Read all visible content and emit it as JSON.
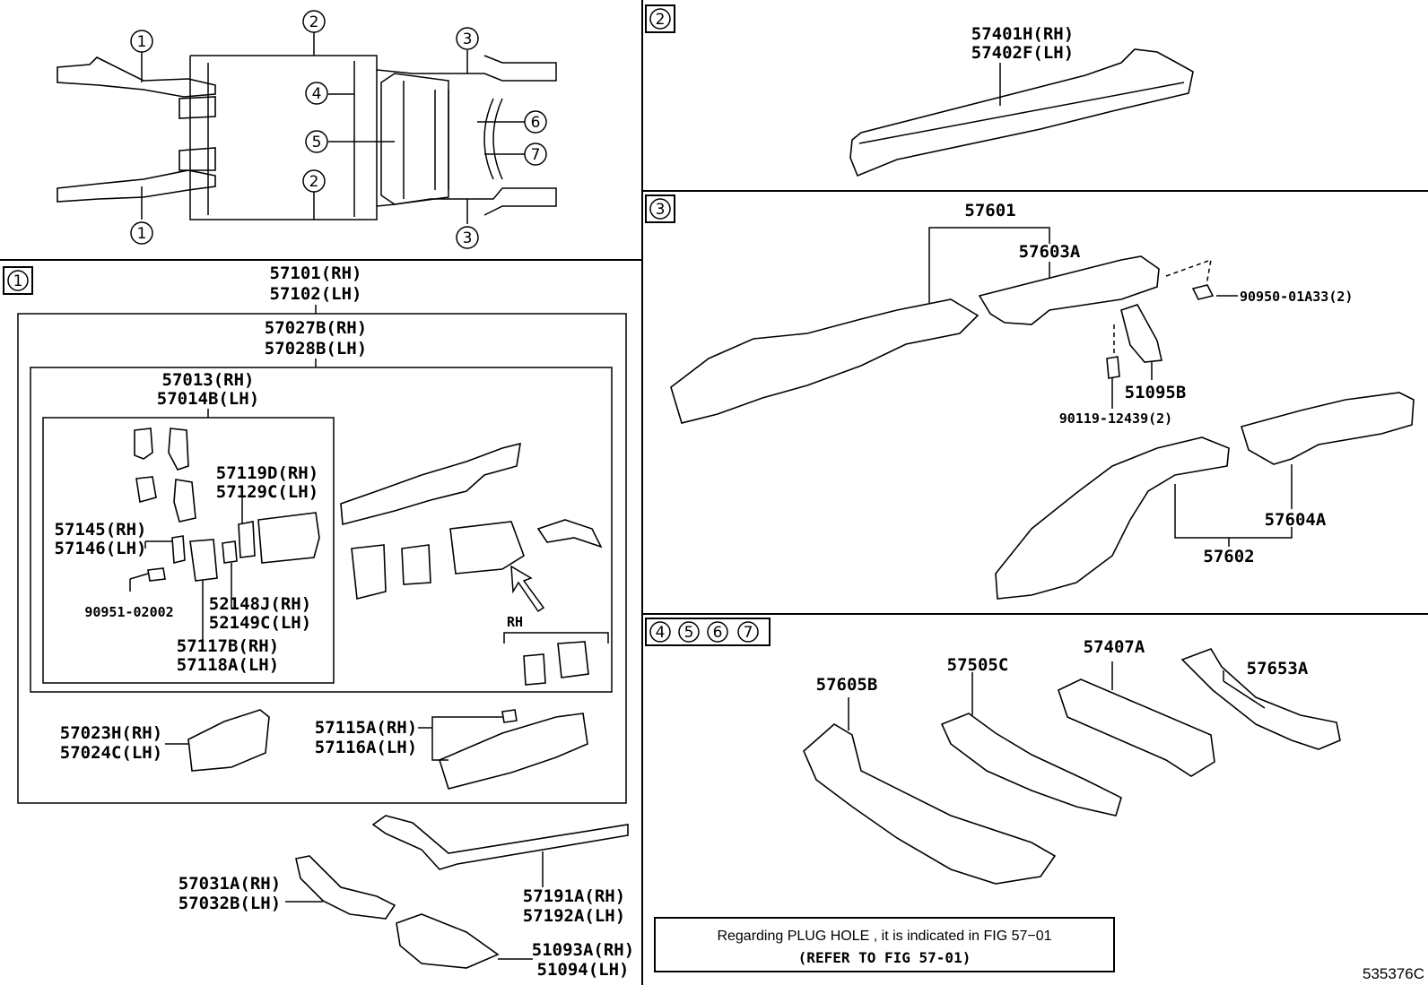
{
  "overview": {
    "callouts": [
      "1",
      "2",
      "3",
      "4",
      "5",
      "6",
      "7"
    ]
  },
  "section_labels": {
    "s1": "1",
    "s2": "2",
    "s3": "3",
    "s4567": [
      "4",
      "5",
      "6",
      "7"
    ]
  },
  "section1": {
    "p57101": "57101(RH)",
    "p57102": "57102(LH)",
    "p57027": "57027B(RH)",
    "p57028": "57028B(LH)",
    "p57013": "57013(RH)",
    "p57014": "57014B(LH)",
    "p57119": "57119D(RH)",
    "p57129": "57129C(LH)",
    "p57145": "57145(RH)",
    "p57146": "57146(LH)",
    "p90951": "90951-02002",
    "p52148": "52148J(RH)",
    "p52149": "52149C(LH)",
    "p57117": "57117B(RH)",
    "p57118": "57118A(LH)",
    "rh": "RH",
    "p57023": "57023H(RH)",
    "p57024": "57024C(LH)",
    "p57115": "57115A(RH)",
    "p57116": "57116A(LH)",
    "p57031": "57031A(RH)",
    "p57032": "57032B(LH)",
    "p57191": "57191A(RH)",
    "p57192": "57192A(LH)",
    "p51093": "51093A(RH)",
    "p51094": "51094(LH)"
  },
  "section2": {
    "p57401": "57401H(RH)",
    "p57402": "57402F(LH)"
  },
  "section3": {
    "p57601": "57601",
    "p57603": "57603A",
    "p90950": "90950-01A33(2)",
    "p51095": "51095B",
    "p90119": "90119-12439(2)",
    "p57604": "57604A",
    "p57602": "57602"
  },
  "section4567": {
    "p57605": "57605B",
    "p57505": "57505C",
    "p57407": "57407A",
    "p57653": "57653A"
  },
  "note": {
    "line1": "Regarding  PLUG  HOLE , it is indicated in FIG  57−01",
    "line2": "(REFER TO FIG 57-01)"
  },
  "figure_code": "535376C"
}
